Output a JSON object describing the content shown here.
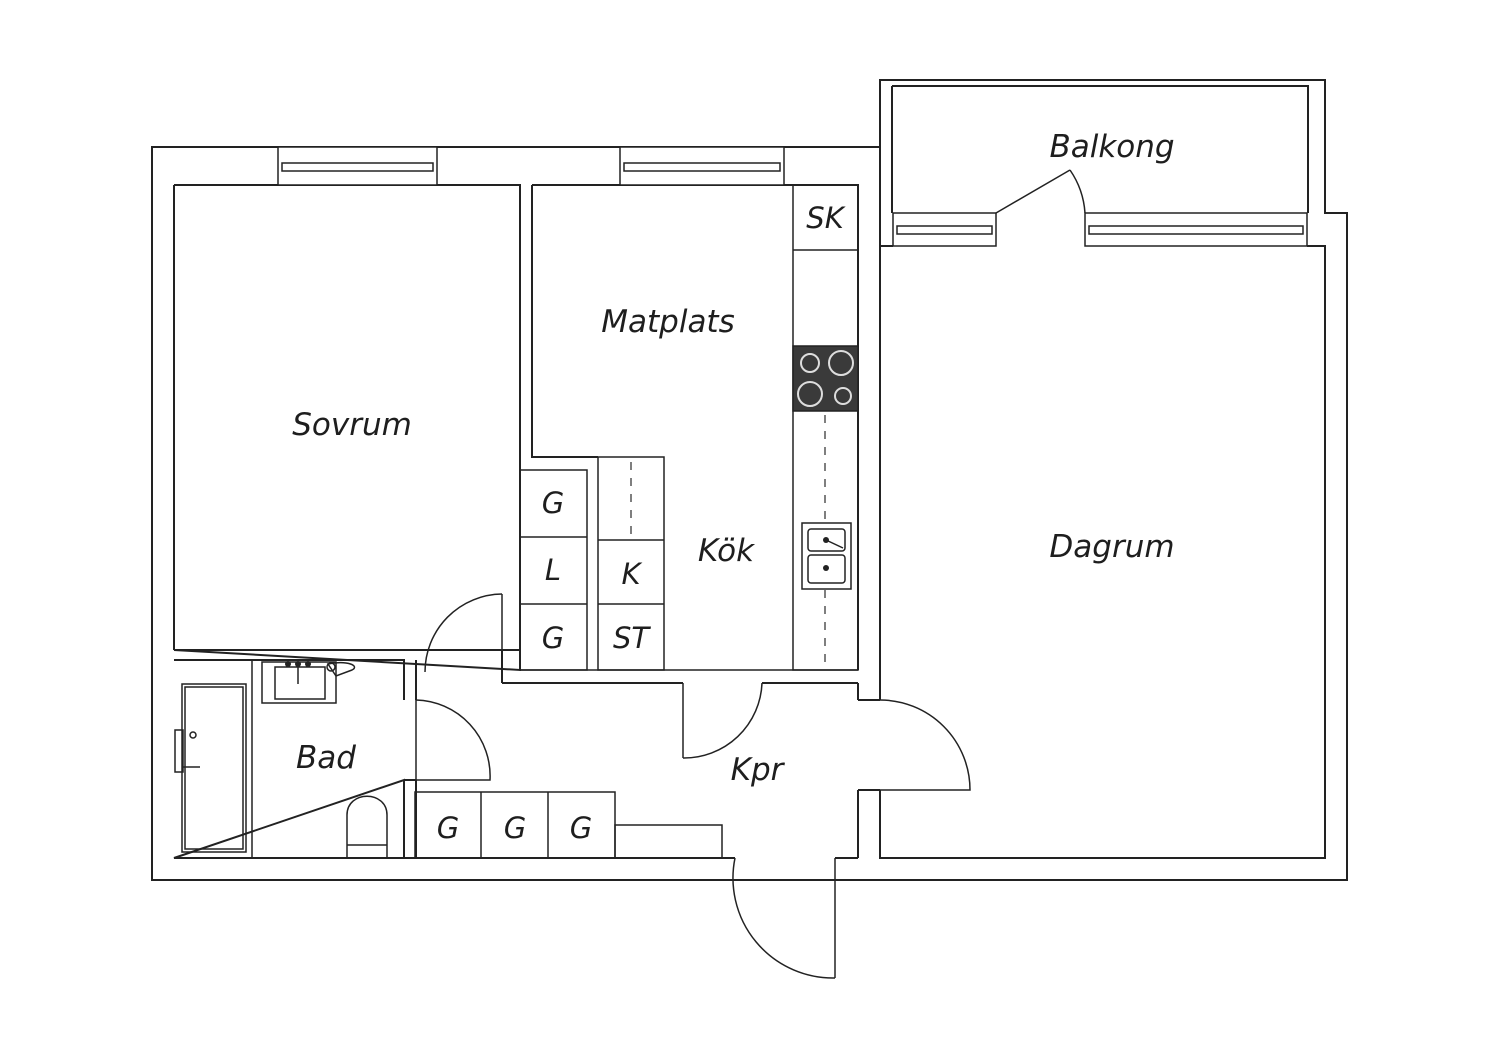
{
  "rooms": {
    "sovrum": "Sovrum",
    "matplats": "Matplats",
    "kok": "Kök",
    "dagrum": "Dagrum",
    "balkong": "Balkong",
    "bad": "Bad",
    "kpr": "Kpr"
  },
  "units": {
    "sk": "SK",
    "g": "G",
    "l": "L",
    "k": "K",
    "st": "ST"
  },
  "colors": {
    "line": "#222222",
    "stove": "#3a3a3a",
    "background": "#ffffff"
  }
}
